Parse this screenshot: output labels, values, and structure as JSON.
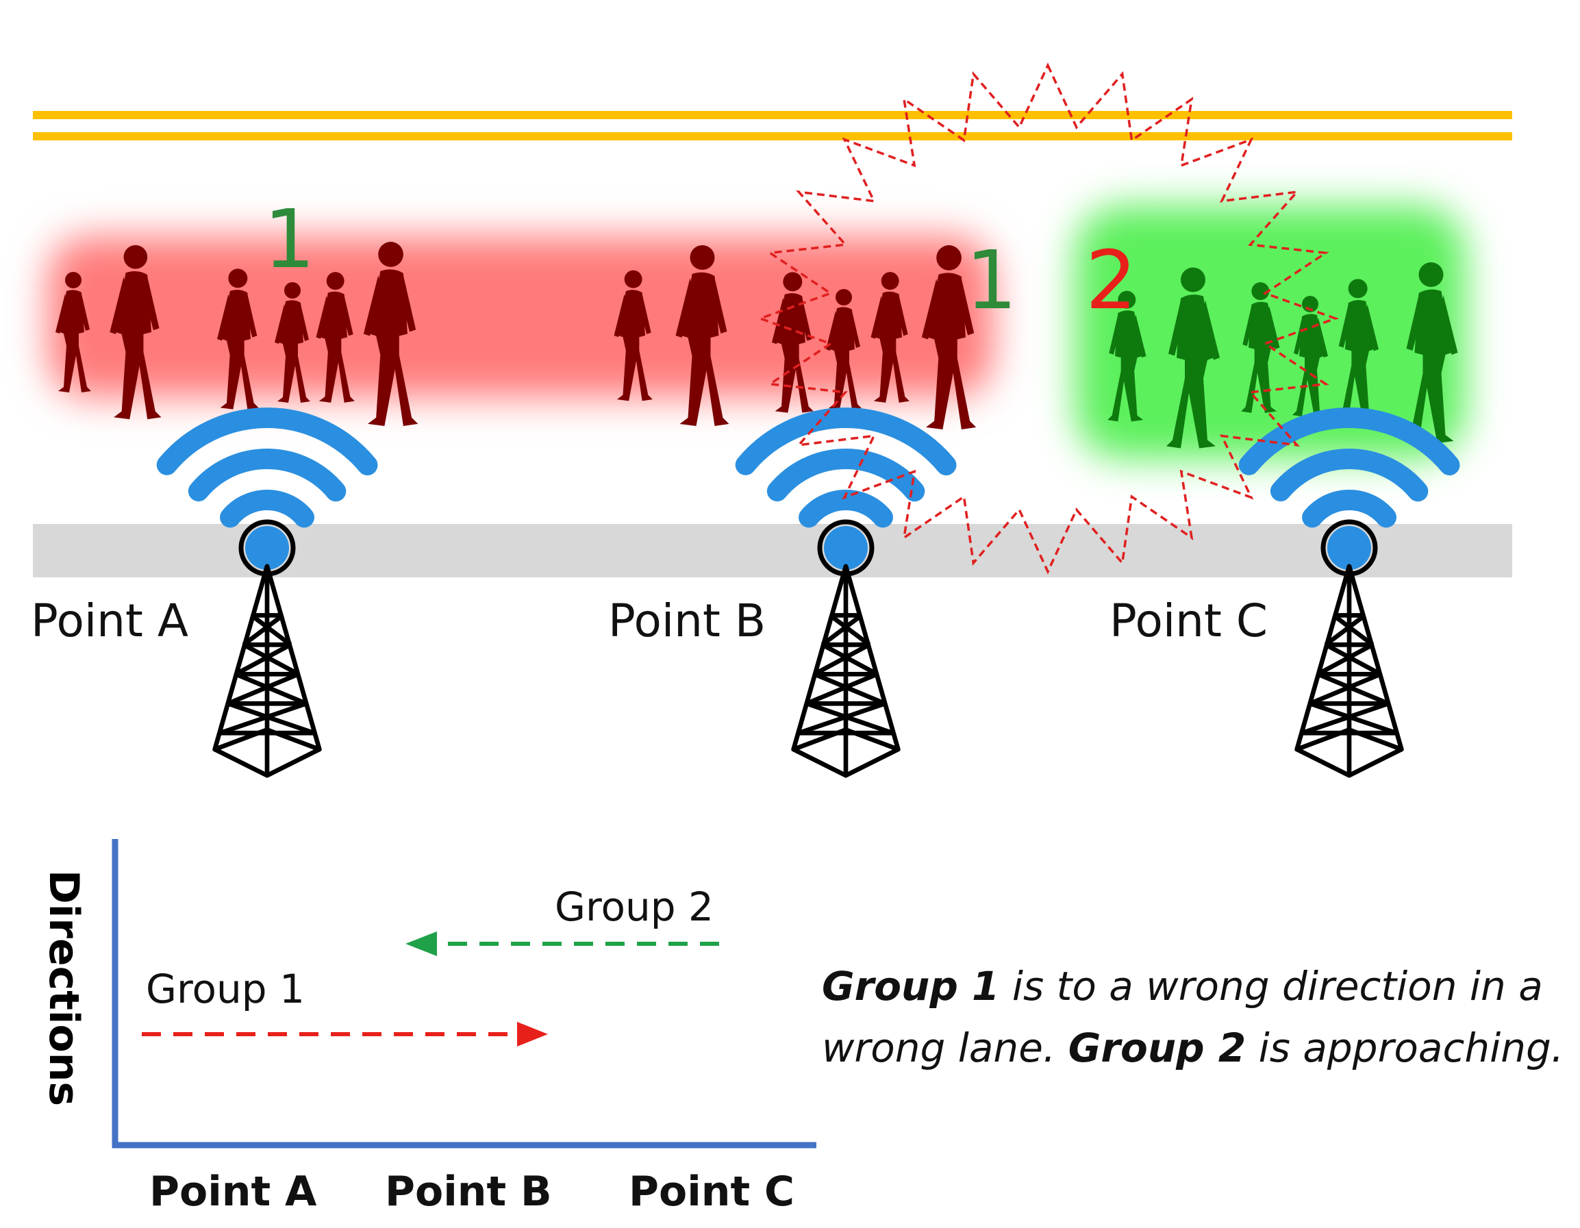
{
  "points": [
    {
      "label": "Point A"
    },
    {
      "label": "Point B"
    },
    {
      "label": "Point C"
    }
  ],
  "crowd_numbers": [
    {
      "text": "1",
      "color": "#2e8b3a"
    },
    {
      "text": "1",
      "color": "#2e8b3a"
    },
    {
      "text": "2",
      "color": "#e8201a"
    }
  ],
  "directions_chart": {
    "ylabel": "Directions",
    "x_ticks": [
      "Point A",
      "Point B",
      "Point C"
    ],
    "group1": {
      "label": "Group 1",
      "color": "#e8201a"
    },
    "group2": {
      "label": "Group 2",
      "color": "#1fa14a"
    }
  },
  "caption": {
    "g1_bold": "Group 1",
    "g1_rest": " is to a wrong direction in a wrong lane. ",
    "g2_bold": "Group 2",
    "g2_rest": " is approaching."
  },
  "colors": {
    "road_lines": "#ffc000",
    "lane": "#d8d8d8",
    "wifi": "#2a8fe0",
    "group1_glow": "#ff7a7a",
    "group1_people": "#7a0000",
    "group2_glow": "#5cf05c",
    "group2_people": "#0e7a0e",
    "alert": "#e02020",
    "axis": "#4472c4"
  }
}
